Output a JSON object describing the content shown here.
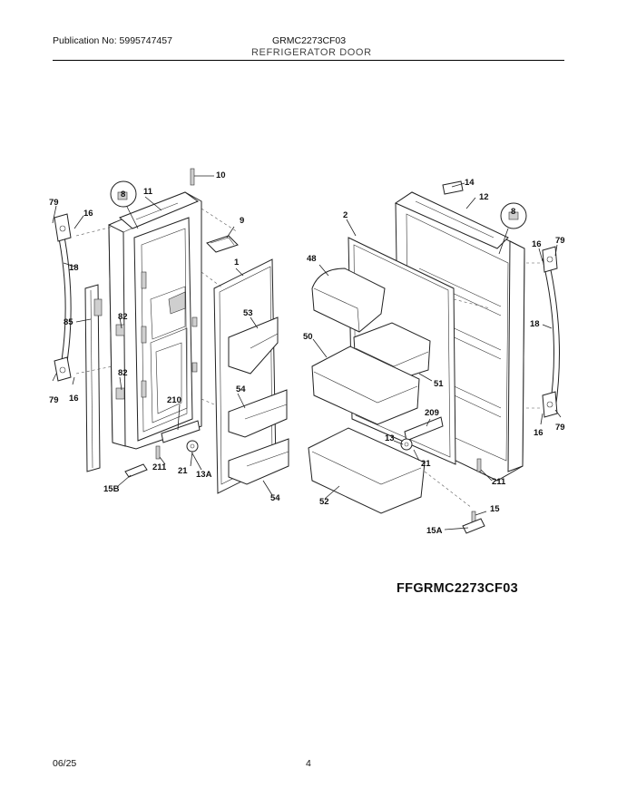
{
  "header": {
    "publication": "Publication No: 5995747457",
    "model": "GRMC2273CF03",
    "section": "REFRIGERATOR DOOR"
  },
  "callouts": {
    "c10": "10",
    "c14": "14",
    "c11": "11",
    "c12": "12",
    "c8a": "8",
    "c8b": "8",
    "c79a": "79",
    "c79b": "79",
    "c79c": "79",
    "c79d": "79",
    "c16a": "16",
    "c16b": "16",
    "c16c": "16",
    "c16d": "16",
    "c18a": "18",
    "c18b": "18",
    "c85": "85",
    "c82a": "82",
    "c82b": "82",
    "c9": "9",
    "c1": "1",
    "c2": "2",
    "c48": "48",
    "c53": "53",
    "c50": "50",
    "c51": "51",
    "c54a": "54",
    "c54b": "54",
    "c210": "210",
    "c209": "209",
    "c13": "13",
    "c13A": "13A",
    "c21a": "21",
    "c21b": "21",
    "c211a": "211",
    "c211b": "211",
    "c15B": "15B",
    "c15": "15",
    "c15A": "15A",
    "c52": "52"
  },
  "diagram_code": "FFGRMC2273CF03",
  "footer": {
    "date": "06/25",
    "page": "4"
  }
}
